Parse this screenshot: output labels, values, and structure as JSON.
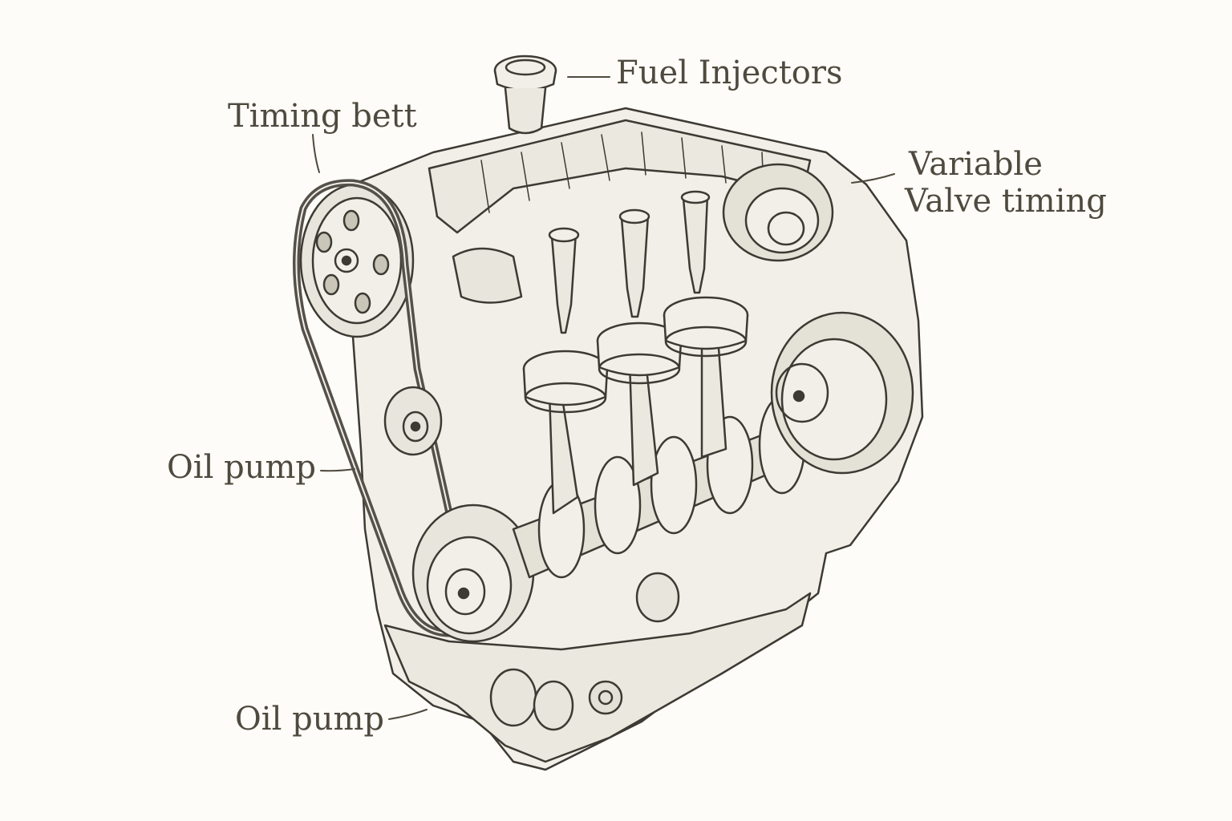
{
  "labels": {
    "fuel_injectors": "Fuel Injectors",
    "timing_belt": "Timing bett",
    "variable_valve_timing_line1": "Variable",
    "variable_valve_timing_line2": "Valve timing",
    "oil_pump_upper": "Oil pump",
    "oil_pump_lower": "Oil pump"
  },
  "colors": {
    "background": "#fdfcf8",
    "ink": "#4f4a3f",
    "sketch_fill": "#f1efe7"
  }
}
